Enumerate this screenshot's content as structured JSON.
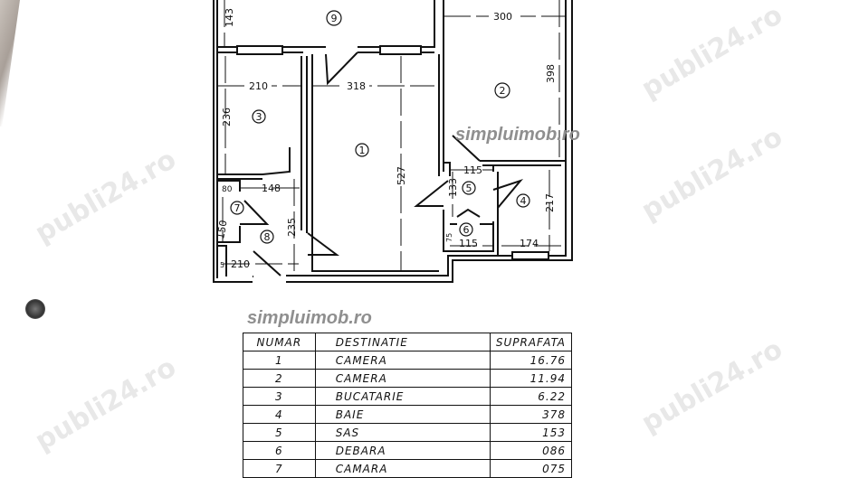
{
  "brand_watermark": "simpluimob.ro",
  "site_watermark": "publi24.ro",
  "plan": {
    "rooms": [
      "1",
      "2",
      "3",
      "4",
      "5",
      "6",
      "7",
      "8",
      "9"
    ],
    "dimensions": {
      "r9_h": "143",
      "r2_w": "300",
      "r2_h": "398",
      "r3_w": "210",
      "r1_w": "318",
      "r3_h": "236",
      "r1_h": "527",
      "r5_w": "115",
      "r5_h": "133",
      "r4_h": "217",
      "r4_w": "174",
      "r6_w": "115",
      "r6_h": "75",
      "r7_w": "80",
      "r8_w": "148",
      "r7_h": "150",
      "r8_h": "235",
      "r8b_w": "210",
      "r8b_h": "5"
    }
  },
  "table": {
    "headers": [
      "NUMAR",
      "DESTINATIE",
      "SUPRAFATA"
    ],
    "rows": [
      [
        "1",
        "CAMERA",
        "16.76"
      ],
      [
        "2",
        "CAMERA",
        "11.94"
      ],
      [
        "3",
        "BUCATARIE",
        "6.22"
      ],
      [
        "4",
        "BAIE",
        "378"
      ],
      [
        "5",
        "SAS",
        "153"
      ],
      [
        "6",
        "DEBARA",
        "086"
      ],
      [
        "7",
        "CAMARA",
        "075"
      ]
    ]
  }
}
